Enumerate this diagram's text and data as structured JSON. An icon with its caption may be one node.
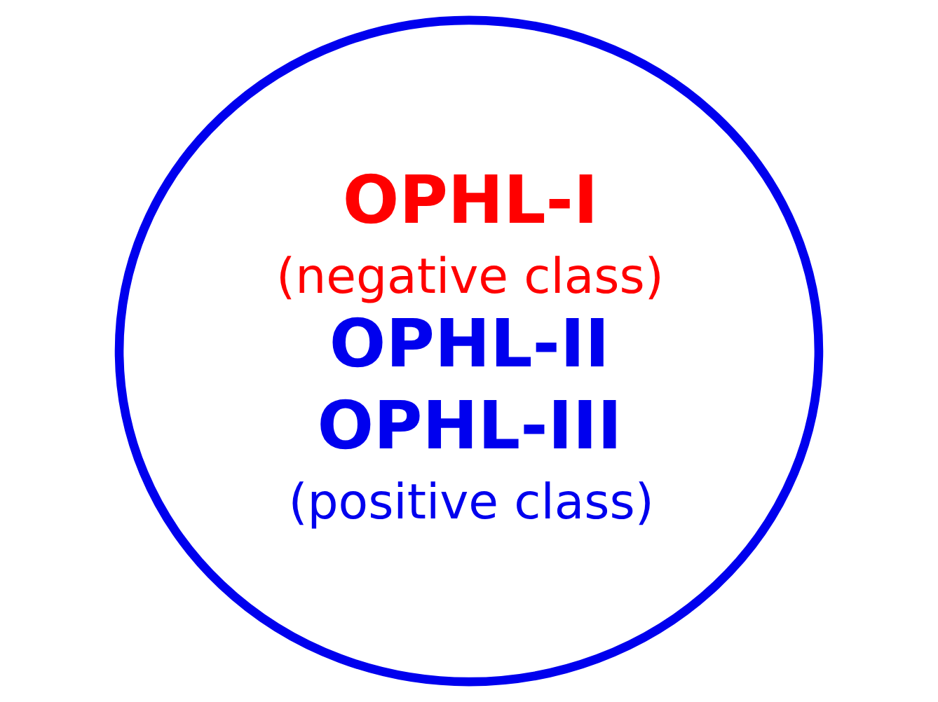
{
  "diagram": {
    "nodes": [
      {
        "text": [
          "OPHL-I",
          "(negative class)",
          "OPHL-II",
          "OPHL-III",
          "(positive class)"
        ]
      }
    ]
  }
}
